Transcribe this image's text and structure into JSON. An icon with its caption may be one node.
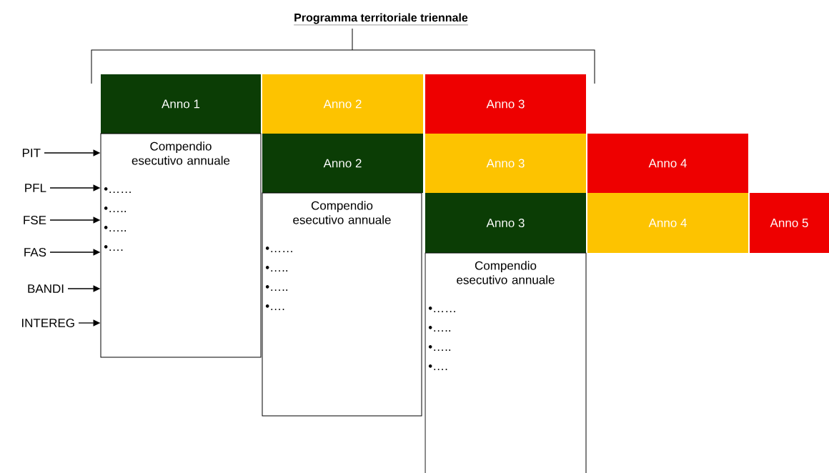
{
  "diagram": {
    "title": "Programma  territoriale triennale",
    "nodes": [
      {
        "text": [
          "Anno 1"
        ]
      },
      {
        "text": [
          "Anno 2"
        ]
      },
      {
        "text": [
          "Anno 3"
        ]
      },
      {
        "text": [
          "Compendio esecutivo annuale",
          "•……",
          "•…..",
          "•…..",
          "•…."
        ]
      },
      {
        "text": [
          "Anno 2"
        ]
      },
      {
        "text": [
          "Anno 3"
        ]
      },
      {
        "text": [
          "Anno 4"
        ]
      },
      {
        "text": [
          "Compendio esecutivo annuale",
          "•……",
          "•…..",
          "•…..",
          "•…."
        ]
      },
      {
        "text": [
          "Anno 3"
        ]
      },
      {
        "text": [
          "Anno 4"
        ]
      },
      {
        "text": [
          "Anno 5"
        ]
      },
      {
        "text": [
          "Compendio esecutivo annuale",
          "•……",
          "•…..",
          "•…..",
          "•…."
        ]
      },
      {
        "text": [
          "PIT"
        ]
      },
      {
        "text": [
          "PFL"
        ]
      },
      {
        "text": [
          "FSE"
        ]
      },
      {
        "text": [
          "FAS"
        ]
      },
      {
        "text": [
          "BANDI"
        ]
      },
      {
        "text": [
          "INTEREG"
        ]
      }
    ],
    "edges": [
      {
        "from": 12,
        "to": 3,
        "arrow": "to"
      },
      {
        "from": 13,
        "to": 3,
        "arrow": "to"
      },
      {
        "from": 14,
        "to": 3,
        "arrow": "to"
      },
      {
        "from": 15,
        "to": 3,
        "arrow": "to"
      },
      {
        "from": 16,
        "to": 3,
        "arrow": "to"
      },
      {
        "from": 17,
        "to": 3,
        "arrow": "to"
      }
    ]
  }
}
